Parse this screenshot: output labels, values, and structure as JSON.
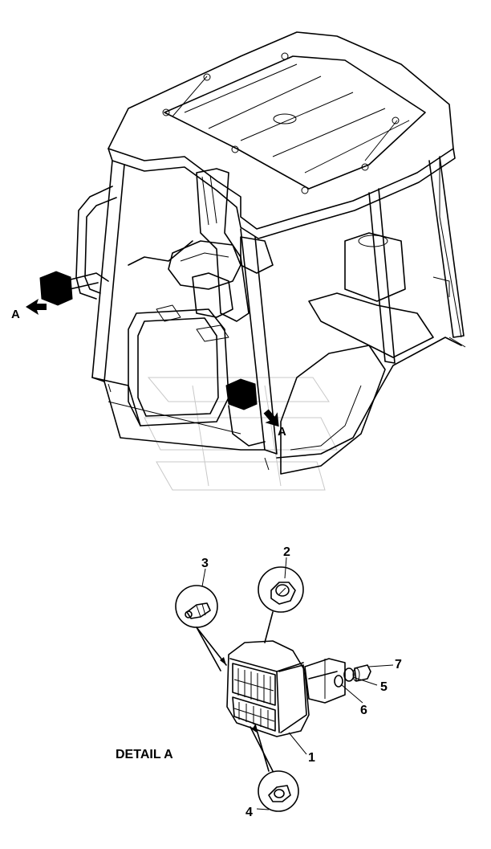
{
  "view_labels": {
    "arrow_left": "A",
    "arrow_right": "A"
  },
  "detail_caption": "DETAIL A",
  "callouts": {
    "lamp": "1",
    "bulb_top": "2",
    "bulb_side": "3",
    "bulb_bottom": "4",
    "washer": "5",
    "lock_washer": "6",
    "nut": "7"
  }
}
